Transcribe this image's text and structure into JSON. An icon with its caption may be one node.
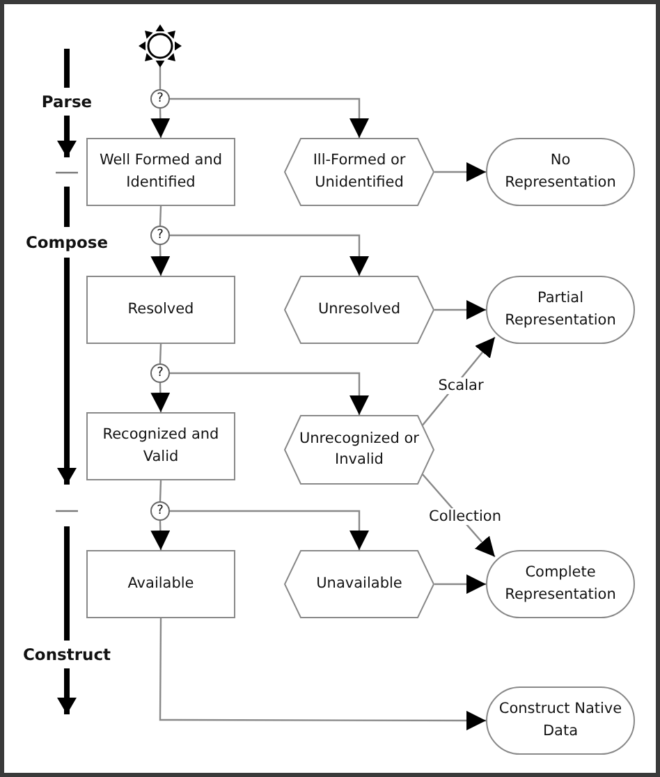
{
  "diagram": {
    "nodes": [
      {
        "text": [],
        "shape": "sun"
      },
      {
        "text": [
          "?"
        ]
      },
      {
        "text": [
          "Well Formed and Identified"
        ]
      },
      {
        "text": [
          "Ill-Formed or Unidentified"
        ]
      },
      {
        "text": [
          "No Representation"
        ]
      },
      {
        "text": [
          "?"
        ]
      },
      {
        "text": [
          "Resolved"
        ]
      },
      {
        "text": [
          "Unresolved"
        ]
      },
      {
        "text": [
          "Partial Representation"
        ]
      },
      {
        "text": [
          "?"
        ]
      },
      {
        "text": [
          "Recognized and Valid"
        ]
      },
      {
        "text": [
          "Unrecognized or Invalid"
        ]
      },
      {
        "text": [
          "?"
        ]
      },
      {
        "text": [
          "Available"
        ]
      },
      {
        "text": [
          "Unavailable"
        ]
      },
      {
        "text": [
          "Complete Representation"
        ]
      },
      {
        "text": [
          "Construct Native Data"
        ]
      }
    ],
    "edges": [
      {
        "from": 0,
        "to": 1,
        "arrow": "none"
      },
      {
        "from": 1,
        "to": 2,
        "arrow": "to"
      },
      {
        "from": 1,
        "to": 3,
        "arrow": "to"
      },
      {
        "from": 3,
        "to": 4,
        "arrow": "to"
      },
      {
        "from": 2,
        "to": 5,
        "arrow": "none"
      },
      {
        "from": 5,
        "to": 6,
        "arrow": "to"
      },
      {
        "from": 5,
        "to": 7,
        "arrow": "to"
      },
      {
        "from": 7,
        "to": 8,
        "arrow": "to"
      },
      {
        "from": 6,
        "to": 9,
        "arrow": "none"
      },
      {
        "from": 9,
        "to": 10,
        "arrow": "to"
      },
      {
        "from": 9,
        "to": 11,
        "arrow": "to"
      },
      {
        "from": 11,
        "to": 8,
        "arrow": "to",
        "label": "Scalar"
      },
      {
        "from": 11,
        "to": 15,
        "arrow": "to",
        "label": "Collection"
      },
      {
        "from": 10,
        "to": 12,
        "arrow": "none"
      },
      {
        "from": 12,
        "to": 13,
        "arrow": "to"
      },
      {
        "from": 12,
        "to": 14,
        "arrow": "to"
      },
      {
        "from": 14,
        "to": 15,
        "arrow": "to"
      },
      {
        "from": 13,
        "to": 16,
        "arrow": "to"
      }
    ],
    "labels": [
      "Parse",
      "Compose",
      "Construct"
    ]
  }
}
